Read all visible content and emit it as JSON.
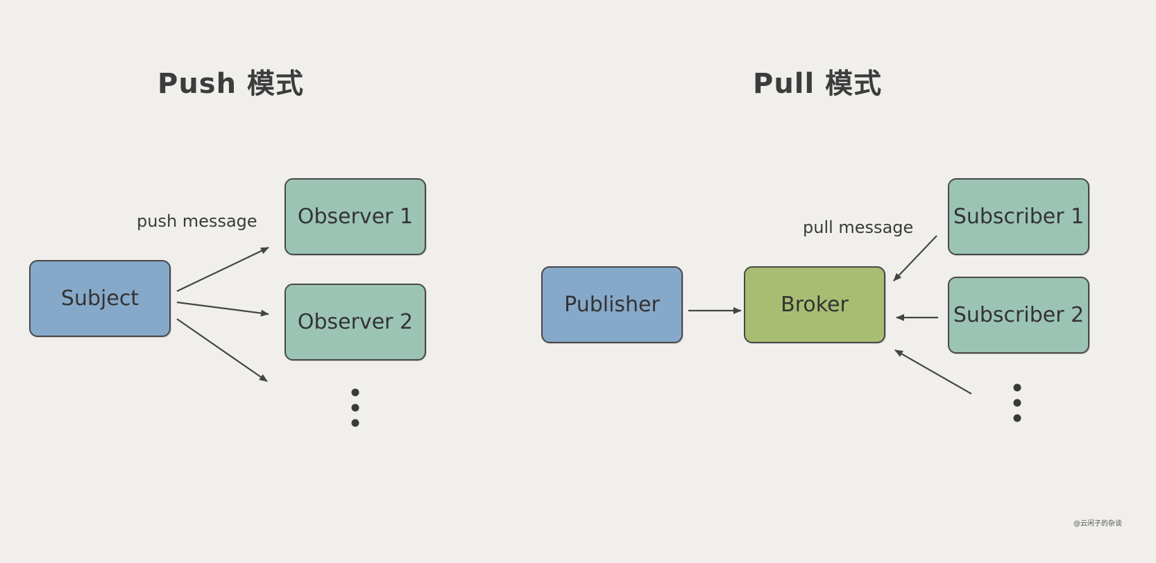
{
  "push": {
    "title": "Push 模式",
    "edge_label": "push message",
    "subject": "Subject",
    "observers": [
      "Observer 1",
      "Observer 2"
    ]
  },
  "pull": {
    "title": "Pull 模式",
    "edge_label": "pull message",
    "publisher": "Publisher",
    "broker": "Broker",
    "subscribers": [
      "Subscriber 1",
      "Subscriber 2"
    ]
  },
  "watermark": "@云闲子的杂谈",
  "colors": {
    "background": "#f0efec",
    "blue_node": "#87a9c9",
    "teal_node": "#9cc4b5",
    "green_node": "#a8bd72",
    "border": "#474747"
  }
}
